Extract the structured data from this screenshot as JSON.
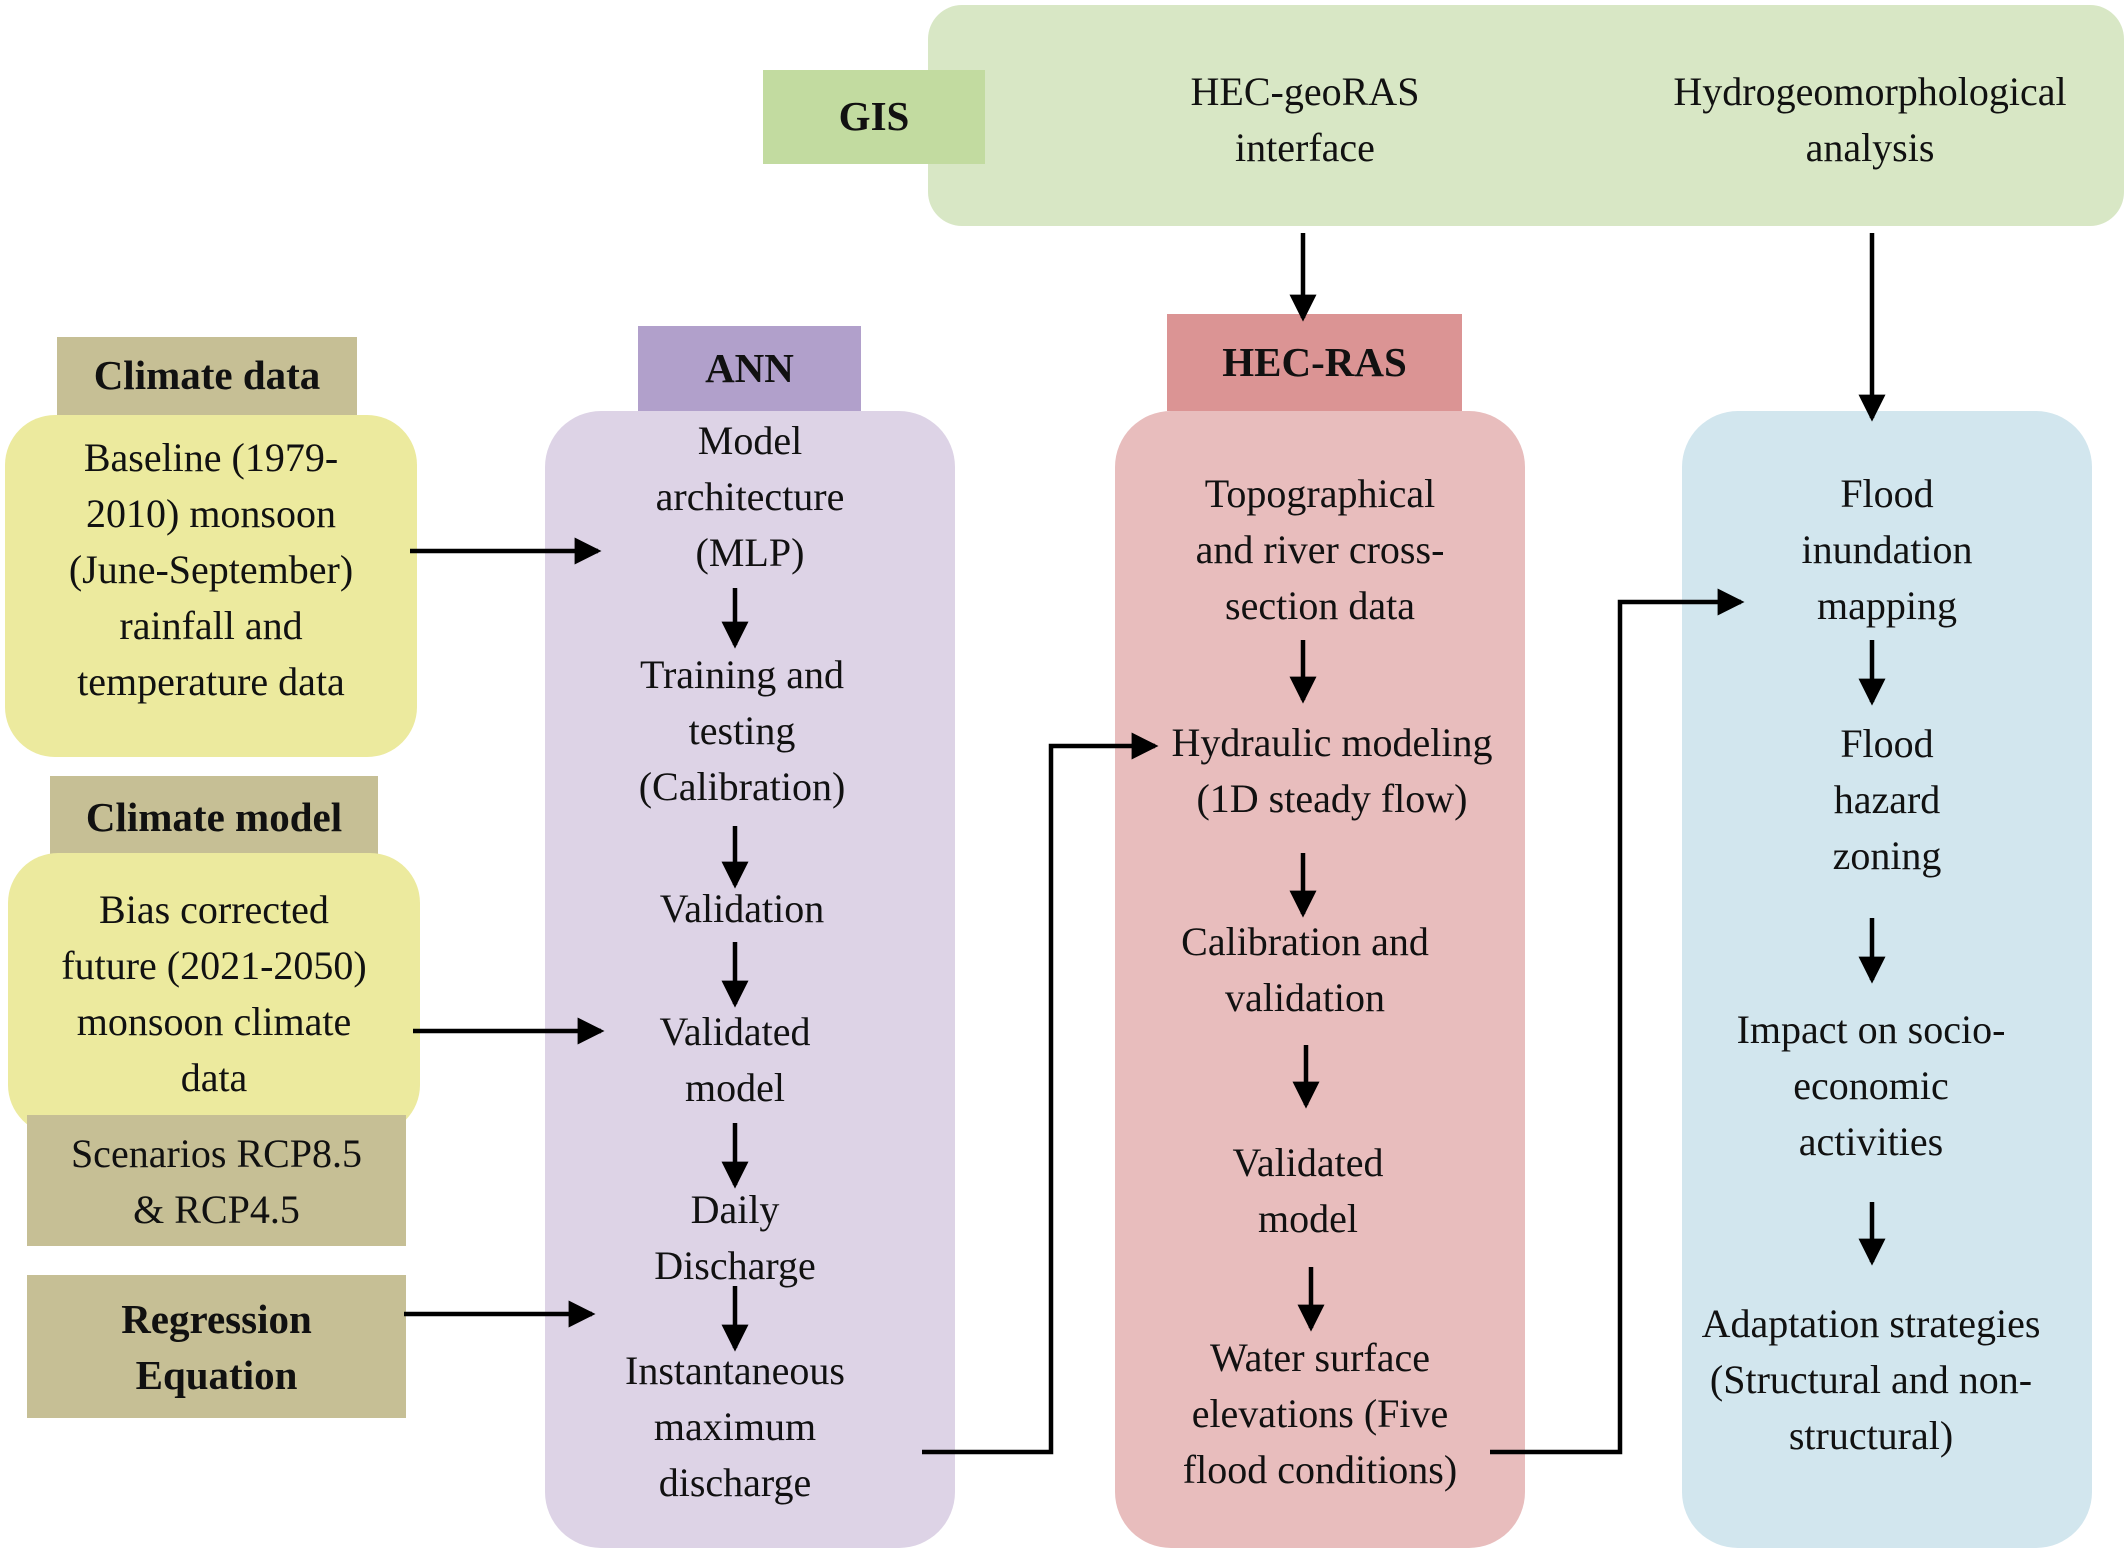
{
  "gis_bar": {
    "tag": "GIS",
    "hec_georas": [
      "HEC-geoRAS",
      "interface"
    ],
    "hydrogeo": [
      "Hydrogeomorphological",
      "analysis"
    ]
  },
  "climate": {
    "tag": "Climate data",
    "baseline": [
      "Baseline (1979-",
      "2010) monsoon",
      "(June-September)",
      "rainfall and",
      "temperature data"
    ],
    "model_tag": "Climate model",
    "future": [
      "Bias corrected",
      "future (2021-2050)",
      "monsoon climate",
      "data"
    ],
    "scenarios": [
      "Scenarios RCP8.5",
      "& RCP4.5"
    ],
    "regression": [
      "Regression",
      "Equation"
    ]
  },
  "ann": {
    "tag": "ANN",
    "steps": [
      [
        "Model",
        "architecture",
        "(MLP)"
      ],
      [
        "Training and",
        "testing",
        "(Calibration)"
      ],
      [
        "Validation"
      ],
      [
        "Validated",
        "model"
      ],
      [
        "Daily",
        "Discharge"
      ],
      [
        "Instantaneous",
        "maximum",
        "discharge"
      ]
    ]
  },
  "hecras": {
    "tag": "HEC-RAS",
    "steps": [
      [
        "Topographical",
        "and river cross-",
        "section data"
      ],
      [
        "Hydraulic modeling",
        "(1D steady flow)"
      ],
      [
        "Calibration and",
        "validation"
      ],
      [
        "Validated",
        "model"
      ],
      [
        "Water surface",
        "elevations (Five",
        "flood conditions)"
      ]
    ]
  },
  "flood": {
    "steps": [
      [
        "Flood",
        "inundation",
        "mapping"
      ],
      [
        "Flood",
        "hazard",
        "zoning"
      ],
      [
        "Impact on socio-",
        "economic",
        "activities"
      ],
      [
        "Adaptation strategies",
        "(Structural and non-",
        "structural)"
      ]
    ]
  },
  "colors": {
    "gis_bar": "#d8e7c5",
    "gis_tag": "#c2dba0",
    "climate_box": "#ecea9e",
    "khaki_tag": "#c6bf95",
    "ann_box": "#ddd3e6",
    "ann_tag": "#b1a0cb",
    "hec_box": "#e8bdbd",
    "hec_tag": "#db9494",
    "flood_box": "#d2e6ee",
    "arrow": "#000000"
  }
}
